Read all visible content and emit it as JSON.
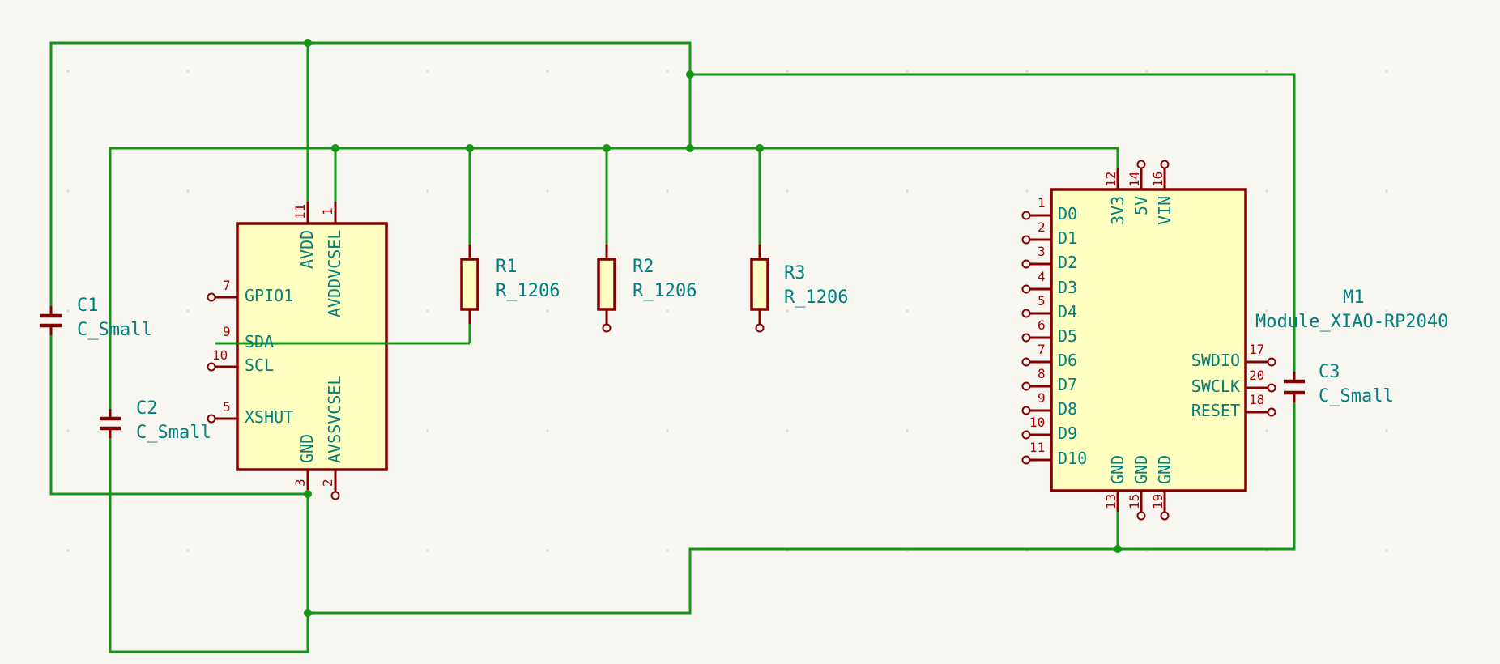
{
  "canvas": {
    "background": "#F7F6F1",
    "grid_dot_color": "#D8D7CE"
  },
  "colors": {
    "wire_green": "#159415",
    "symbol_outline": "#840000",
    "symbol_fill": "#FFFFC2",
    "pin_number_red": "#AF0000",
    "label_teal": "#00807E"
  },
  "sensor": {
    "pins_top": [
      {
        "num": "11",
        "name": "AVDD"
      },
      {
        "num": "1",
        "name": "AVDDVCSEL"
      }
    ],
    "pins_left": [
      {
        "num": "7",
        "name": "GPIO1"
      },
      {
        "num": "9",
        "name": "SDA"
      },
      {
        "num": "10",
        "name": "SCL"
      },
      {
        "num": "5",
        "name": "XSHUT"
      }
    ],
    "pins_bottom": [
      {
        "num": "3",
        "name": "GND"
      },
      {
        "num": "2",
        "name": "AVSSVCSEL"
      }
    ]
  },
  "resistors": [
    {
      "ref": "R1",
      "value": "R_1206"
    },
    {
      "ref": "R2",
      "value": "R_1206"
    },
    {
      "ref": "R3",
      "value": "R_1206"
    }
  ],
  "capacitors": [
    {
      "ref": "C1",
      "value": "C_Small"
    },
    {
      "ref": "C2",
      "value": "C_Small"
    },
    {
      "ref": "C3",
      "value": "C_Small"
    }
  ],
  "module": {
    "ref": "M1",
    "value": "Module_XIAO-RP2040",
    "pins_left": [
      {
        "num": "1",
        "name": "D0"
      },
      {
        "num": "2",
        "name": "D1"
      },
      {
        "num": "3",
        "name": "D2"
      },
      {
        "num": "4",
        "name": "D3"
      },
      {
        "num": "5",
        "name": "D4"
      },
      {
        "num": "6",
        "name": "D5"
      },
      {
        "num": "7",
        "name": "D6"
      },
      {
        "num": "8",
        "name": "D7"
      },
      {
        "num": "9",
        "name": "D8"
      },
      {
        "num": "10",
        "name": "D9"
      },
      {
        "num": "11",
        "name": "D10"
      }
    ],
    "pins_top": [
      {
        "num": "12",
        "name": "3V3"
      },
      {
        "num": "14",
        "name": "5V"
      },
      {
        "num": "16",
        "name": "VIN"
      }
    ],
    "pins_right": [
      {
        "num": "17",
        "name": "SWDIO"
      },
      {
        "num": "20",
        "name": "SWCLK"
      },
      {
        "num": "18",
        "name": "RESET"
      }
    ],
    "pins_bottom": [
      {
        "num": "13",
        "name": "GND"
      },
      {
        "num": "15",
        "name": "GND"
      },
      {
        "num": "19",
        "name": "GND"
      }
    ]
  }
}
